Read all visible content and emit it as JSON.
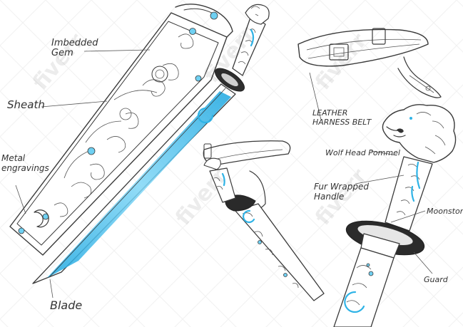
{
  "labels": {
    "embedded_gem": "Imbedded\nGem",
    "sheath": "Sheath",
    "metal_engravings": "Metal\nengravings",
    "blade": "Blade",
    "leather_harness_belt": "LEATHER\nHARNESS BELT",
    "wolf_head_pommel": "Wolf Head Pommel",
    "fur_wrapped_handle": "Fur Wrapped\nHandle",
    "moonstone": "Moonstone",
    "guard": "Guard"
  },
  "watermark": "fiverr",
  "colors": {
    "accent": "#3fb8ea",
    "ink": "#3a3a3a",
    "background": "#ffffff"
  }
}
